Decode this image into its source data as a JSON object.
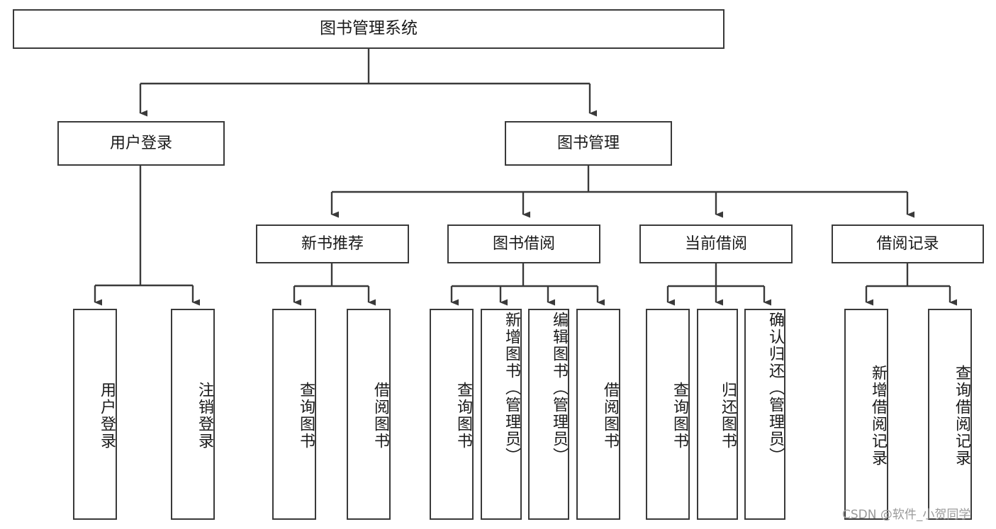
{
  "diagram": {
    "title": "图书管理系统",
    "watermark": "CSDN @软件_小贺同学",
    "root": {
      "label": "图书管理系统"
    },
    "level2": [
      {
        "label": "用户登录"
      },
      {
        "label": "图书管理"
      }
    ],
    "level3": [
      {
        "label": "新书推荐"
      },
      {
        "label": "图书借阅"
      },
      {
        "label": "当前借阅"
      },
      {
        "label": "借阅记录"
      }
    ],
    "leaves": {
      "user_login": [
        {
          "label": "用户登录"
        },
        {
          "label": "注销登录"
        }
      ],
      "new_book_recommend": [
        {
          "label": "查询图书"
        },
        {
          "label": "借阅图书"
        }
      ],
      "book_borrow": [
        {
          "label": "查询图书"
        },
        {
          "label": "新增图书（管理员）"
        },
        {
          "label": "编辑图书（管理员）"
        },
        {
          "label": "借阅图书"
        }
      ],
      "current_borrow": [
        {
          "label": "查询图书"
        },
        {
          "label": "归还图书"
        },
        {
          "label": "确认归还（管理员）"
        }
      ],
      "borrow_record": [
        {
          "label": "新增借阅记录"
        },
        {
          "label": "查询借阅记录"
        }
      ]
    },
    "colors": {
      "stroke": "#3a3a3a",
      "fill": "#ffffff",
      "text": "#1a1a1a",
      "watermark": "#9a9a9a"
    }
  }
}
